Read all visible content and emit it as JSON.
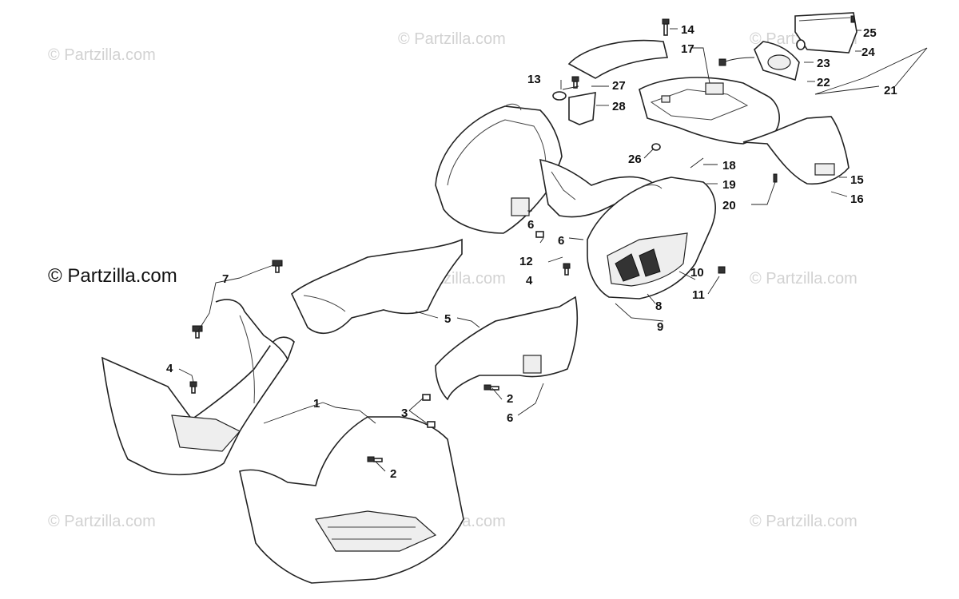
{
  "watermarks": {
    "text": "© Partzilla.com",
    "main_text": "© Partzilla.com"
  },
  "callouts": {
    "c1": "1",
    "c2a": "2",
    "c2b": "2",
    "c3": "3",
    "c4a": "4",
    "c4b": "4",
    "c5": "5",
    "c6a": "6",
    "c6b": "6",
    "c6c": "6",
    "c7": "7",
    "c8": "8",
    "c9": "9",
    "c10": "10",
    "c11": "11",
    "c12": "12",
    "c13": "13",
    "c14": "14",
    "c15": "15",
    "c16": "16",
    "c17": "17",
    "c18": "18",
    "c19": "19",
    "c20": "20",
    "c21": "21",
    "c22": "22",
    "c23": "23",
    "c24": "24",
    "c25": "25",
    "c26": "26",
    "c27": "27",
    "c28": "28"
  }
}
